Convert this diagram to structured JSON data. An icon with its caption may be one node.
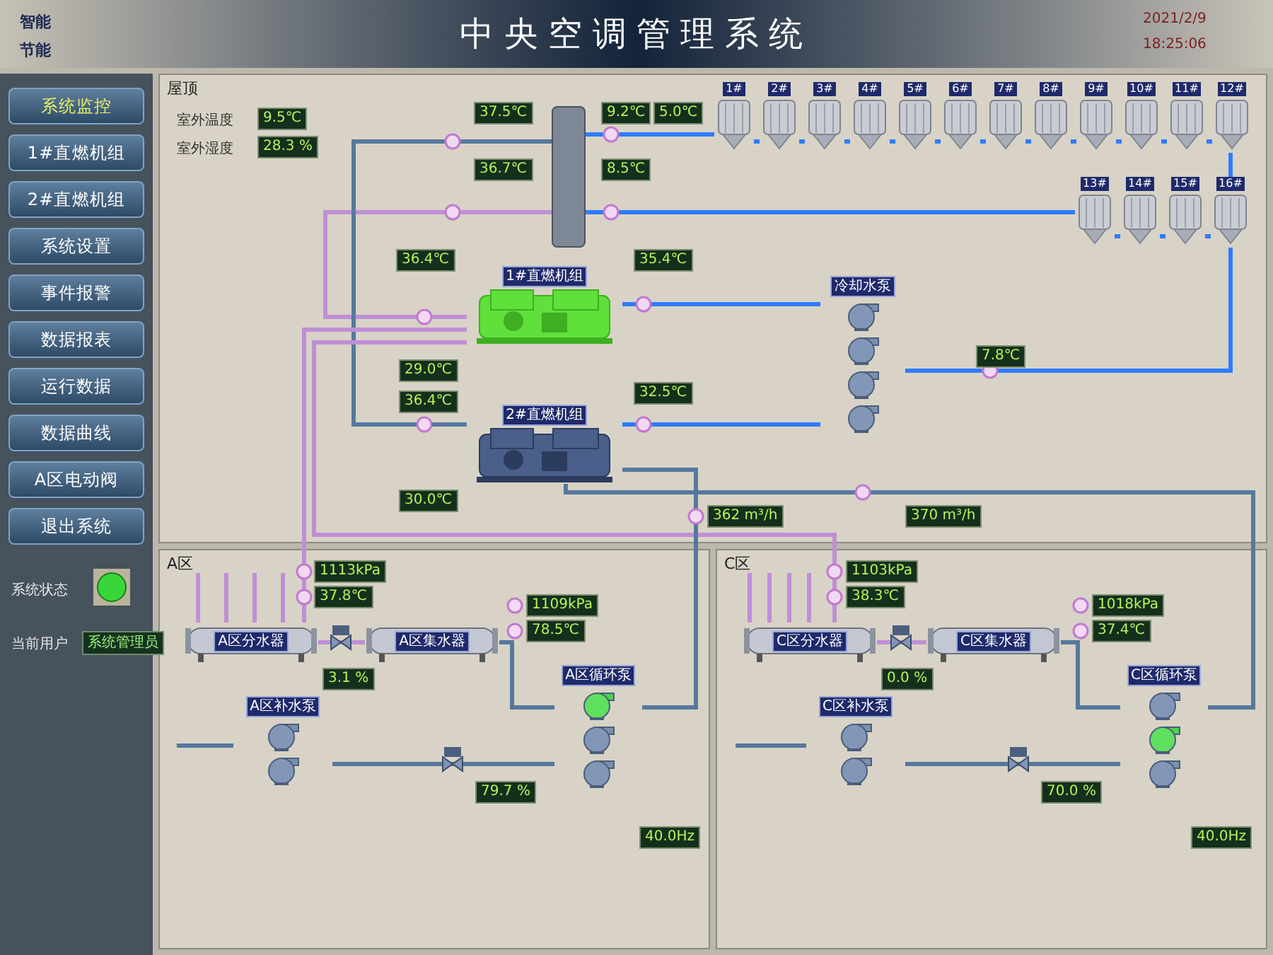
{
  "diagram": {
    "title": "中央空调管理系统",
    "nodes": [
      {
        "text": [
          "屋顶"
        ]
      },
      {
        "text": [
          "A区"
        ]
      },
      {
        "text": [
          "C区"
        ]
      },
      {
        "text": [
          "系统监控"
        ]
      },
      {
        "text": [
          "1#直燃机组"
        ]
      },
      {
        "text": [
          "2#直燃机组"
        ]
      },
      {
        "text": [
          "系统设置"
        ]
      },
      {
        "text": [
          "事件报警"
        ]
      },
      {
        "text": [
          "数据报表"
        ]
      },
      {
        "text": [
          "运行数据"
        ]
      },
      {
        "text": [
          "数据曲线"
        ]
      },
      {
        "text": [
          "A区电动阀"
        ]
      },
      {
        "text": [
          "退出系统"
        ]
      },
      {
        "text": [],
        "shape": "box",
        "in": 0
      },
      {
        "text": [
          "1#"
        ],
        "in": 0
      },
      {
        "text": [
          "2#"
        ],
        "in": 0
      },
      {
        "text": [
          "3#"
        ],
        "in": 0
      },
      {
        "text": [
          "4#"
        ],
        "in": 0
      },
      {
        "text": [
          "5#"
        ],
        "in": 0
      },
      {
        "text": [
          "6#"
        ],
        "in": 0
      },
      {
        "text": [
          "7#"
        ],
        "in": 0
      },
      {
        "text": [
          "8#"
        ],
        "in": 0
      },
      {
        "text": [
          "9#"
        ],
        "in": 0
      },
      {
        "text": [
          "10#"
        ],
        "in": 0
      },
      {
        "text": [
          "11#"
        ],
        "in": 0
      },
      {
        "text": [
          "12#"
        ],
        "in": 0
      },
      {
        "text": [
          "13#"
        ],
        "in": 0
      },
      {
        "text": [
          "14#"
        ],
        "in": 0
      },
      {
        "text": [
          "15#"
        ],
        "in": 0
      },
      {
        "text": [
          "16#"
        ],
        "in": 0
      },
      {
        "text": [
          "1#直燃机组"
        ],
        "in": 0
      },
      {
        "text": [
          "2#直燃机组"
        ],
        "in": 0
      },
      {
        "text": [
          "冷却水泵"
        ],
        "in": 0
      },
      {
        "text": [
          "A区分水器"
        ],
        "in": 1
      },
      {
        "text": [
          "A区集水器"
        ],
        "in": 1
      },
      {
        "text": [
          "A区补水泵"
        ],
        "in": 1
      },
      {
        "text": [
          "A区循环泵"
        ],
        "in": 1
      },
      {
        "text": [
          "C区分水器"
        ],
        "in": 2
      },
      {
        "text": [
          "C区集水器"
        ],
        "in": 2
      },
      {
        "text": [
          "C区补水泵"
        ],
        "in": 2
      },
      {
        "text": [
          "C区循环泵"
        ],
        "in": 2
      }
    ],
    "edges": [
      {
        "from": 30,
        "to": 13,
        "arrow": "none",
        "color": "#c08fd6"
      },
      {
        "from": 31,
        "to": 13,
        "arrow": "none",
        "color": "#56789e"
      },
      {
        "from": 13,
        "to": 14,
        "arrow": "none"
      },
      {
        "from": 14,
        "to": 15,
        "arrow": "none"
      },
      {
        "from": 15,
        "to": 16,
        "arrow": "none"
      },
      {
        "from": 16,
        "to": 17,
        "arrow": "none"
      },
      {
        "from": 17,
        "to": 18,
        "arrow": "none"
      },
      {
        "from": 18,
        "to": 19,
        "arrow": "none"
      },
      {
        "from": 19,
        "to": 20,
        "arrow": "none"
      },
      {
        "from": 20,
        "to": 21,
        "arrow": "none"
      },
      {
        "from": 21,
        "to": 22,
        "arrow": "none"
      },
      {
        "from": 22,
        "to": 23,
        "arrow": "none"
      },
      {
        "from": 23,
        "to": 24,
        "arrow": "none"
      },
      {
        "from": 24,
        "to": 25,
        "arrow": "none"
      },
      {
        "from": 26,
        "to": 27,
        "arrow": "none"
      },
      {
        "from": 27,
        "to": 28,
        "arrow": "none"
      },
      {
        "from": 28,
        "to": 29,
        "arrow": "none"
      },
      {
        "from": 25,
        "to": 29,
        "arrow": "none"
      },
      {
        "from": 30,
        "to": 32,
        "arrow": "none"
      },
      {
        "from": 31,
        "to": 32,
        "arrow": "none"
      },
      {
        "from": 32,
        "to": 29,
        "arrow": "none"
      },
      {
        "from": 13,
        "to": 26,
        "arrow": "none"
      },
      {
        "from": 30,
        "to": 33,
        "arrow": "none",
        "color": "#c08fd6"
      },
      {
        "from": 30,
        "to": 37,
        "arrow": "none",
        "color": "#c08fd6"
      },
      {
        "from": 33,
        "to": 34,
        "arrow": "none",
        "color": "#c08fd6"
      },
      {
        "from": 34,
        "to": 36,
        "arrow": "none",
        "color": "#56789e"
      },
      {
        "from": 35,
        "to": 36,
        "arrow": "none",
        "color": "#56789e"
      },
      {
        "from": 36,
        "to": 31,
        "arrow": "none",
        "color": "#56789e"
      },
      {
        "from": 37,
        "to": 38,
        "arrow": "none",
        "color": "#c08fd6"
      },
      {
        "from": 38,
        "to": 40,
        "arrow": "none",
        "color": "#56789e"
      },
      {
        "from": 39,
        "to": 40,
        "arrow": "none",
        "color": "#56789e"
      },
      {
        "from": 40,
        "to": 31,
        "arrow": "none",
        "color": "#56789e"
      },
      {
        "from": null,
        "to": 35,
        "arrow": "none",
        "color": "#56789e"
      },
      {
        "from": null,
        "to": 39,
        "arrow": "none",
        "color": "#56789e"
      },
      {
        "from": null,
        "to": 33,
        "arrow": "none",
        "color": "#c08fd6"
      },
      {
        "from": null,
        "to": 33,
        "arrow": "none",
        "color": "#c08fd6"
      },
      {
        "from": null,
        "to": 33,
        "arrow": "none",
        "color": "#c08fd6"
      },
      {
        "from": null,
        "to": 33,
        "arrow": "none",
        "color": "#c08fd6"
      },
      {
        "from": null,
        "to": 37,
        "arrow": "none",
        "color": "#c08fd6"
      },
      {
        "from": null,
        "to": 37,
        "arrow": "none",
        "color": "#c08fd6"
      },
      {
        "from": null,
        "to": 37,
        "arrow": "none",
        "color": "#c08fd6"
      },
      {
        "from": null,
        "to": 37,
        "arrow": "none",
        "color": "#c08fd6"
      }
    ],
    "labels": [
      "智能",
      "节能",
      "2021/2/9",
      "18:25:06",
      "系统状态",
      "当前用户",
      "系统管理员",
      "室外温度",
      "9.5℃",
      "室外湿度",
      "28.3 %",
      "37.5℃",
      "9.2℃",
      "5.0℃",
      "36.7℃",
      "8.5℃",
      "36.4℃",
      "35.4℃",
      "29.0℃",
      "36.4℃",
      "32.5℃",
      "7.8℃",
      "30.0℃",
      "362 m³/h",
      "370 m³/h",
      "1113kPa",
      "37.8℃",
      "3.1 %",
      "1109kPa",
      "78.5℃",
      "79.7 %",
      "40.0Hz",
      "1103kPa",
      "38.3℃",
      "0.0 %",
      "1018kPa",
      "37.4℃",
      "70.0 %",
      "40.0Hz"
    ]
  }
}
